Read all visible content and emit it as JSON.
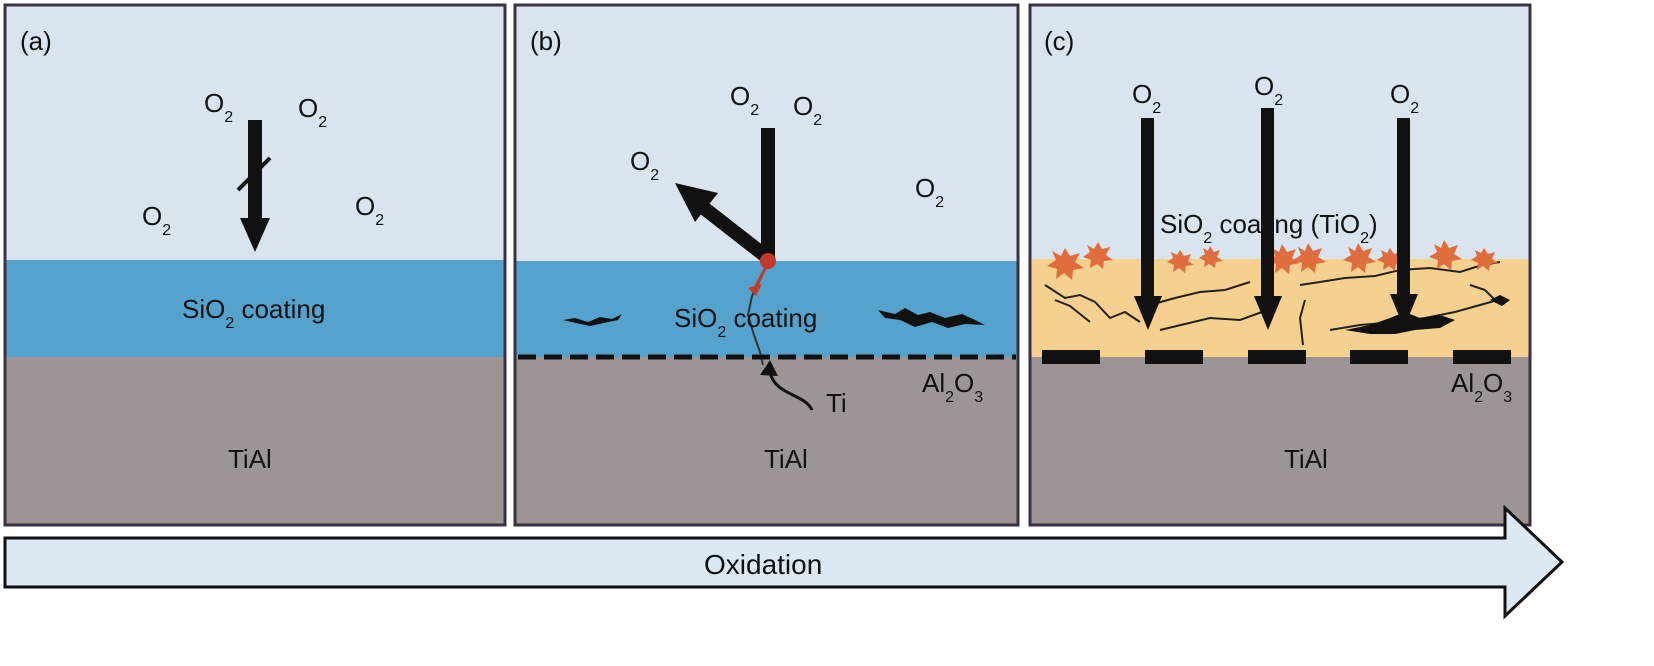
{
  "panels": [
    {
      "tag": "(a)",
      "o2": {
        "base": "O",
        "sub": "2"
      },
      "coating": {
        "a": "SiO",
        "b": "2",
        "c": " coating"
      },
      "substrate": "TiAl"
    },
    {
      "tag": "(b)",
      "o2": {
        "base": "O",
        "sub": "2"
      },
      "coating": {
        "a": "SiO",
        "b": "2",
        "c": " coating"
      },
      "oxide": {
        "a": "Al",
        "b": "2",
        "c": "O",
        "d": "3"
      },
      "ti": "Ti",
      "substrate": "TiAl"
    },
    {
      "tag": "(c)",
      "o2": {
        "base": "O",
        "sub": "2"
      },
      "coating": {
        "a": "SiO",
        "b": "2",
        "c": " coating (TiO",
        "d": "2",
        "e": ")"
      },
      "oxide": {
        "a": "Al",
        "b": "2",
        "c": "O",
        "d": "3"
      },
      "substrate": "TiAl"
    }
  ],
  "process_arrow": {
    "label": "Oxidation"
  },
  "colors": {
    "sky": "#d9e4ee",
    "sio2": "#55a2cd",
    "tio2_layer": "#f6d08f",
    "substrate": "#9d9594",
    "frame": "#3a3145",
    "arrow_fill": "#dce8f2",
    "particle": "#e06d3d",
    "ti_path": "#c43a2a"
  }
}
